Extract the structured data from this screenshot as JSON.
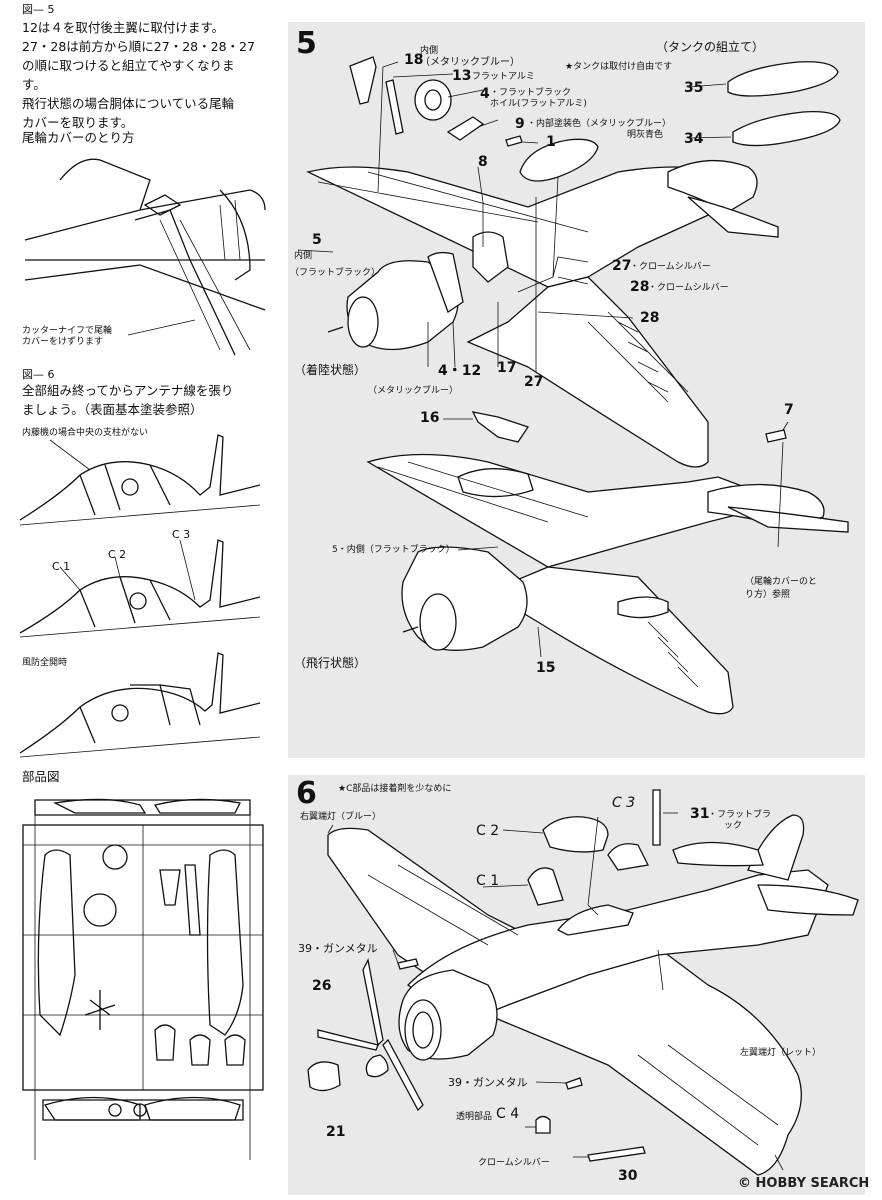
{
  "left": {
    "fig5_title": "図— 5",
    "fig5_lines": [
      "12は４を取付後主翼に取付けます。",
      "27・28は前方から順に27・28・28・27",
      "の順に取つけると組立てやすくなりま",
      "す。",
      "飛行状態の場合胴体についている尾輪",
      "カバーを取ります。"
    ],
    "tailcover_heading": "尾輪カバーのとり方",
    "cutter_note": [
      "カッターナイフで尾輪",
      "カバーをけずります"
    ],
    "fig6_title": "図— 6",
    "fig6_lines": [
      "全部組み終ってからアンテナ線を張り",
      "ましょう。（表面基本塗装参照）"
    ],
    "naito_note": "内藤機の場合中央の支柱がない",
    "canopy_labels": {
      "c1": "C 1",
      "c2": "C 2",
      "c3": "C 3"
    },
    "open_note": "風防全開時",
    "parts_heading": "部品図"
  },
  "step5": {
    "number": "5",
    "tank_heading": "（タンクの組立て）",
    "tank_free": "★タンクは取付け自由です",
    "landing": "（着陸状態）",
    "flying": "（飛行状態）",
    "labels": {
      "p18_num": "18",
      "p18_desc": [
        "内側",
        "（メタリックブルー）"
      ],
      "p13_num": "13",
      "p13_desc": "フラットアルミ",
      "p4_num": "4",
      "p4_desc": [
        "・フラットブラック",
        "ホイル(フラットアルミ)"
      ],
      "p9_num": "9",
      "p9_desc": [
        "・内部塗装色（メタリックブルー）",
        "明灰青色"
      ],
      "p1_num": "1",
      "p8_num": "8",
      "p35_num": "35",
      "p34_num": "34",
      "p5_num": "5",
      "p5_desc": [
        "内側",
        "（フラットブラック）"
      ],
      "p27_num": "27",
      "p27_desc": "・クロームシルバー",
      "p28_num": "28",
      "p28_desc": "・クロームシルバー",
      "p28b_num": "28",
      "p412_num": "4・12",
      "p412_desc": "（メタリックブルー）",
      "p17_num": "17",
      "p27b_num": "27",
      "p16_num": "16",
      "p7_num": "7",
      "p5b": "5・内側（フラットブラック）",
      "tail_ref": [
        "（尾輪カバーのと",
        "り方）参照"
      ],
      "p15_num": "15"
    }
  },
  "step6": {
    "number": "6",
    "note": "★C部品は接着剤を少なめに",
    "labels": {
      "right_tip": "右翼端灯（ブルー）",
      "c2": "C 2",
      "c3": "C 3",
      "c1": "C 1",
      "p31_num": "31",
      "p31_desc": [
        "・フラットブラ",
        "ック"
      ],
      "p39a": "39・ガンメタル",
      "p26": "26",
      "p21": "21",
      "p39b": "39・ガンメタル",
      "clear_part": "透明部品",
      "c4": "C 4",
      "chrome": "クロームシルバー",
      "p30": "30",
      "left_tip": "左翼端灯（レット）"
    }
  },
  "watermark": {
    "brand": "HOBBY SEARCH",
    "copyright": "©"
  }
}
